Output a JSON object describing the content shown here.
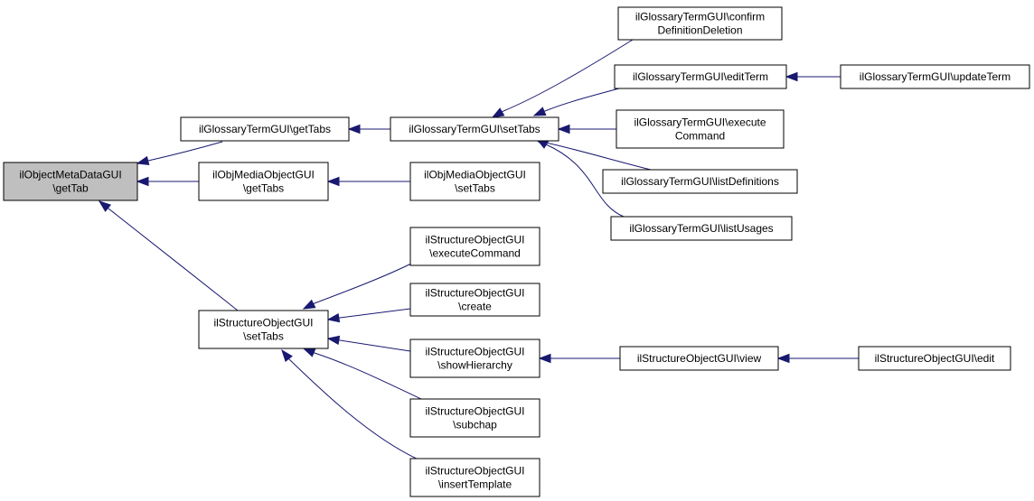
{
  "graph": {
    "edge_color": "#191970",
    "root_fill": "#bfbfbf",
    "nodes": [
      {
        "id": "root",
        "lines": [
          "ilObjectMetaDataGUI",
          "\\getTab"
        ]
      },
      {
        "id": "g1",
        "lines": [
          "ilGlossaryTermGUI\\getTabs"
        ]
      },
      {
        "id": "m1",
        "lines": [
          "ilObjMediaObjectGUI",
          "\\getTabs"
        ]
      },
      {
        "id": "s1",
        "lines": [
          "ilStructureObjectGUI",
          "\\setTabs"
        ]
      },
      {
        "id": "g2",
        "lines": [
          "ilGlossaryTermGUI\\setTabs"
        ]
      },
      {
        "id": "m2",
        "lines": [
          "ilObjMediaObjectGUI",
          "\\setTabs"
        ]
      },
      {
        "id": "g_conf",
        "lines": [
          "ilGlossaryTermGUI\\confirm",
          "DefinitionDeletion"
        ]
      },
      {
        "id": "g_edit",
        "lines": [
          "ilGlossaryTermGUI\\editTerm"
        ]
      },
      {
        "id": "g_upd",
        "lines": [
          "ilGlossaryTermGUI\\updateTerm"
        ]
      },
      {
        "id": "g_exec",
        "lines": [
          "ilGlossaryTermGUI\\execute",
          "Command"
        ]
      },
      {
        "id": "g_list",
        "lines": [
          "ilGlossaryTermGUI\\listDefinitions"
        ]
      },
      {
        "id": "g_use",
        "lines": [
          "ilGlossaryTermGUI\\listUsages"
        ]
      },
      {
        "id": "s_exec",
        "lines": [
          "ilStructureObjectGUI",
          "\\executeCommand"
        ]
      },
      {
        "id": "s_crt",
        "lines": [
          "ilStructureObjectGUI",
          "\\create"
        ]
      },
      {
        "id": "s_show",
        "lines": [
          "ilStructureObjectGUI",
          "\\showHierarchy"
        ]
      },
      {
        "id": "s_view",
        "lines": [
          "ilStructureObjectGUI\\view"
        ]
      },
      {
        "id": "s_edit",
        "lines": [
          "ilStructureObjectGUI\\edit"
        ]
      },
      {
        "id": "s_sub",
        "lines": [
          "ilStructureObjectGUI",
          "\\subchap"
        ]
      },
      {
        "id": "s_ins",
        "lines": [
          "ilStructureObjectGUI",
          "\\insertTemplate"
        ]
      }
    ],
    "edges": [
      {
        "from": "g1",
        "to": "root"
      },
      {
        "from": "m1",
        "to": "root"
      },
      {
        "from": "s1",
        "to": "root"
      },
      {
        "from": "g2",
        "to": "g1"
      },
      {
        "from": "m2",
        "to": "m1"
      },
      {
        "from": "g_conf",
        "to": "g2"
      },
      {
        "from": "g_edit",
        "to": "g2"
      },
      {
        "from": "g_exec",
        "to": "g2"
      },
      {
        "from": "g_list",
        "to": "g2"
      },
      {
        "from": "g_use",
        "to": "g2"
      },
      {
        "from": "g_upd",
        "to": "g_edit"
      },
      {
        "from": "s_exec",
        "to": "s1"
      },
      {
        "from": "s_crt",
        "to": "s1"
      },
      {
        "from": "s_show",
        "to": "s1"
      },
      {
        "from": "s_sub",
        "to": "s1"
      },
      {
        "from": "s_ins",
        "to": "s1"
      },
      {
        "from": "s_view",
        "to": "s_show"
      },
      {
        "from": "s_edit",
        "to": "s_view"
      }
    ]
  }
}
